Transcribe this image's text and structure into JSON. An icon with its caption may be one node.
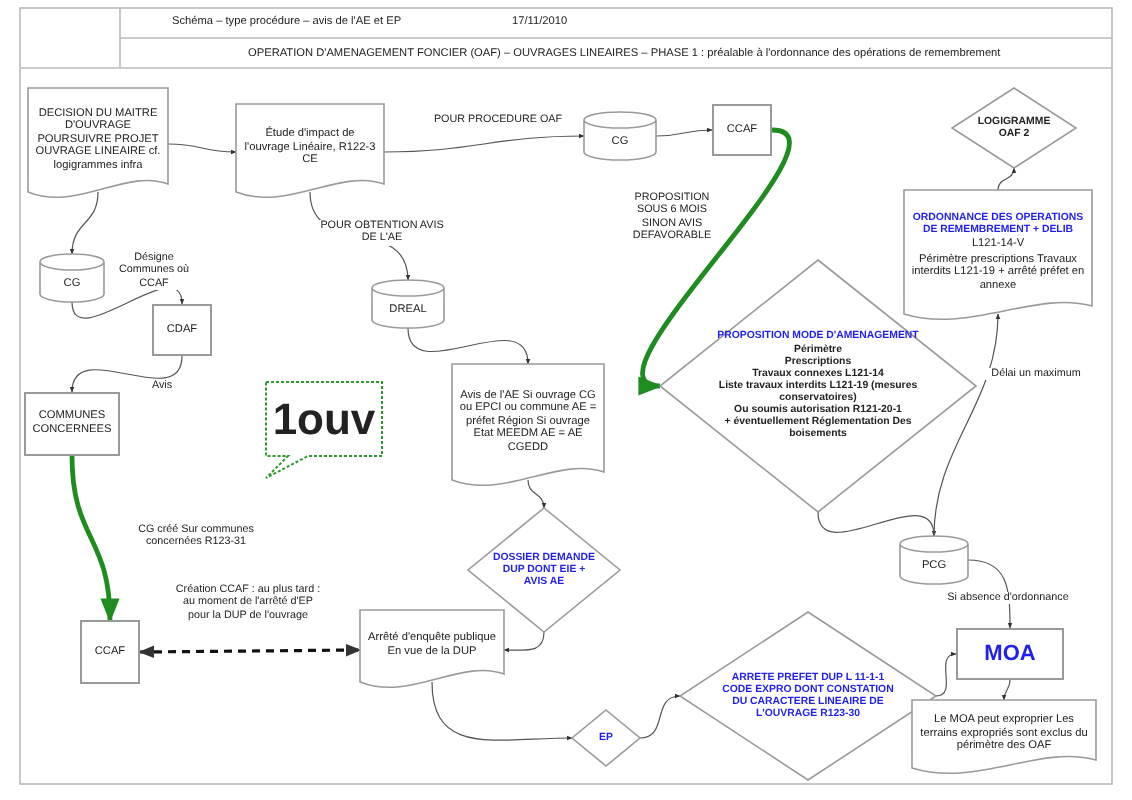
{
  "diagram": {
    "title": "OPERATION D'AMENAGEMENT FONCIER (OAF) – OUVRAGES LINEAIRES – PHASE 1 : préalable à l'ordonnance des opérations de remembrement",
    "nodes": [
      {
        "text": [
          "DECISION DU MAITRE D'OUVRAGE POURSUIVRE PROJET OUVRAGE LINEAIRE cf. logigrammes infra"
        ]
      },
      {
        "text": [
          "Étude d'impact de l'ouvrage Linéaire, R122-3 CE"
        ]
      },
      {
        "text": [
          "CG"
        ]
      },
      {
        "text": [
          "CCAF"
        ]
      },
      {
        "text": [
          "LOGIGRAMME OAF 2"
        ]
      },
      {
        "text": [
          "ORDONNANCE DES OPERATIONS DE REMEMBREMENT + DELIB",
          "L121-14-V",
          "Périmètre prescriptions Travaux interdits L121-19 + arrêté préfet en annexe"
        ]
      },
      {
        "text": [
          "CG"
        ]
      },
      {
        "text": [
          "CDAF"
        ]
      },
      {
        "text": [
          "COMMUNES CONCERNEES"
        ]
      },
      {
        "text": [
          "DREAL"
        ]
      },
      {
        "text": [
          "Avis de l'AE Si ouvrage CG ou EPCI ou commune AE = préfet Région Si ouvrage Etat MEEDM AE = AE CGEDD"
        ]
      },
      {
        "text": [
          "PROPOSITION MODE D'AMENAGEMENT",
          "Périmètre",
          "Prescriptions",
          "Travaux connexes L121-14",
          "Liste travaux interdits L121-19 (mesures conservatoires)",
          "Ou soumis autorisation R121-20-1",
          "+ éventuellement Réglementation Des boisements"
        ]
      },
      {
        "text": [
          "PCG"
        ]
      },
      {
        "text": [
          "DOSSIER DEMANDE DUP DONT EIE + AVIS AE"
        ]
      },
      {
        "text": [
          "CCAF"
        ]
      },
      {
        "text": [
          "Arrêté d'enquête publique En vue de la DUP"
        ]
      },
      {
        "text": [
          "EP"
        ]
      },
      {
        "text": [
          "ARRETE PREFET DUP L 11-1-1 CODE EXPRO DONT CONSTATION DU CARACTERE LINEAIRE DE L'OUVRAGE R123-30"
        ]
      },
      {
        "text": [
          "MOA"
        ]
      },
      {
        "text": [
          "Le MOA peut exproprier Les terrains expropriés sont exclus du périmètre des OAF"
        ]
      },
      {
        "text": [
          "1ouv"
        ]
      }
    ],
    "edges": [
      {
        "from": 0,
        "to": 1,
        "arrow": "to"
      },
      {
        "from": 1,
        "to": 2,
        "arrow": "to",
        "label": "POUR PROCEDURE OAF"
      },
      {
        "from": 2,
        "to": 3,
        "arrow": "to"
      },
      {
        "from": 3,
        "to": 11,
        "arrow": "to",
        "label": "PROPOSITION SOUS 6 MOIS SINON AVIS DEFAVORABLE",
        "style": "thick",
        "color": "#1e8c1e"
      },
      {
        "from": 0,
        "to": 6,
        "arrow": "to"
      },
      {
        "from": 6,
        "to": 7,
        "arrow": "to",
        "label": "Désigne Communes où CCAF"
      },
      {
        "from": 7,
        "to": 8,
        "arrow": "to",
        "label": "Avis"
      },
      {
        "from": 8,
        "to": 14,
        "arrow": "to",
        "label": "CG créé Sur communes concernées R123-31",
        "style": "thick",
        "color": "#1e8c1e"
      },
      {
        "from": 1,
        "to": 9,
        "arrow": "to",
        "label": "POUR OBTENTION AVIS DE L'AE"
      },
      {
        "from": 9,
        "to": 10,
        "arrow": "to"
      },
      {
        "from": 10,
        "to": 13,
        "arrow": "to"
      },
      {
        "from": 13,
        "to": 15,
        "arrow": "to"
      },
      {
        "from": 14,
        "to": 15,
        "arrow": "both",
        "label": "Création CCAF : au plus tard : au moment de l'arrêté d'EP pour la DUP de l'ouvrage",
        "style": "dashed"
      },
      {
        "from": 15,
        "to": 16,
        "arrow": "to"
      },
      {
        "from": 16,
        "to": 17,
        "arrow": "to"
      },
      {
        "from": 17,
        "to": 18,
        "arrow": "to"
      },
      {
        "from": 11,
        "to": 12,
        "arrow": "to"
      },
      {
        "from": 12,
        "to": 5,
        "arrow": "to",
        "label": "Délai un maximum"
      },
      {
        "from": 12,
        "to": 18,
        "arrow": "to",
        "label": "Si absence d'ordonnance"
      },
      {
        "from": 18,
        "to": 19,
        "arrow": "to"
      },
      {
        "from": 5,
        "to": 4,
        "arrow": "to"
      }
    ],
    "labels": [
      "Schéma – type procédure – avis de l'AE et EP",
      "17/11/2010"
    ]
  }
}
